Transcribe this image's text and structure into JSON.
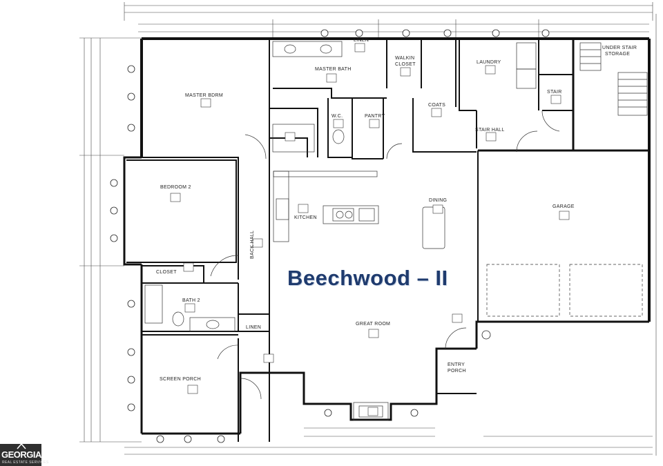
{
  "title": "Beechwood – II",
  "logo": {
    "main": "GEORGIAMLS",
    "sub": "REAL ESTATE SERVICES"
  },
  "rooms": {
    "master_bdrm": "MASTER BDRM",
    "master_bath": "MASTER BATH",
    "walkin_closet_1": "WALKIN",
    "walkin_closet_2": "CLOSET",
    "linen_top": "LINEN",
    "laundry": "LAUNDRY",
    "under_stair_1": "UNDER STAIR",
    "under_stair_2": "STORAGE",
    "stair": "STAIR",
    "wc": "W.C.",
    "pantry": "PANTRY",
    "coats": "COATS",
    "stair_hall": "STAIR HALL",
    "bedroom2": "BEDROOM 2",
    "kitchen": "KITCHEN",
    "dining": "DINING",
    "garage": "GARAGE",
    "back_hall": "BACK HALL",
    "closet": "CLOSET",
    "bath2": "BATH 2",
    "linen": "LINEN",
    "great_room": "GREAT ROOM",
    "screen_porch": "SCREEN PORCH",
    "entry_porch_1": "ENTRY",
    "entry_porch_2": "PORCH"
  }
}
